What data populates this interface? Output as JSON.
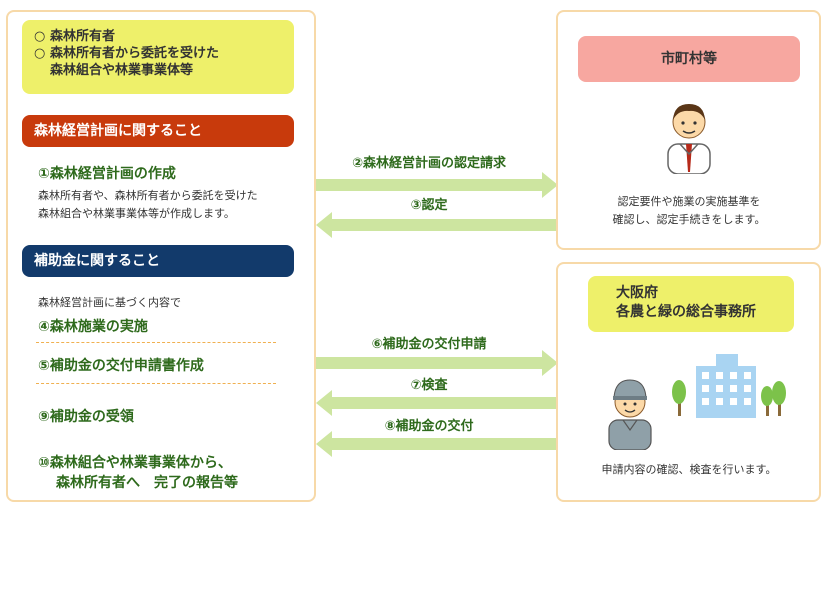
{
  "left": {
    "owners": {
      "bullet1": "○",
      "line1": "森林所有者",
      "bullet2": "○",
      "line2": "森林所有者から委託を受けた",
      "line3": "森林組合や林業事業体等"
    },
    "plan_header": "森林経営計画に関すること",
    "plan_step_title": "①森林経営計画の作成",
    "plan_step_desc1": "森林所有者や、森林所有者から委託を受けた",
    "plan_step_desc2": "森林組合や林業事業体等が作成します。",
    "subsidy_header": "補助金に関すること",
    "subsidy_intro": "森林経営計画に基づく内容で",
    "step4": "④森林施業の実施",
    "step5": "⑤補助金の交付申請書作成",
    "step9": "⑨補助金の受領",
    "step10_line1": "⑩森林組合や林業事業体から、",
    "step10_line2": "森林所有者へ　完了の報告等"
  },
  "arrows": {
    "a2": "②森林経営計画の認定請求",
    "a3": "③認定",
    "a6": "⑥補助金の交付申請",
    "a7": "⑦検査",
    "a8": "⑧補助金の交付"
  },
  "city": {
    "title": "市町村等",
    "desc1": "認定要件や施業の実施基準を",
    "desc2": "確認し、認定手続きをします。"
  },
  "osaka": {
    "title1": "大阪府",
    "title2": "各農と緑の総合事務所",
    "desc": "申請内容の確認、検査を行います。"
  },
  "colors": {
    "arrow_green": "#cde5a0",
    "label_green": "#2e6a1c",
    "plan_red": "#c83a0c",
    "subsidy_navy": "#123a6b",
    "yellow": "#eef06a",
    "pink": "#f7a7a0",
    "panel_border": "#f7d9a8"
  }
}
